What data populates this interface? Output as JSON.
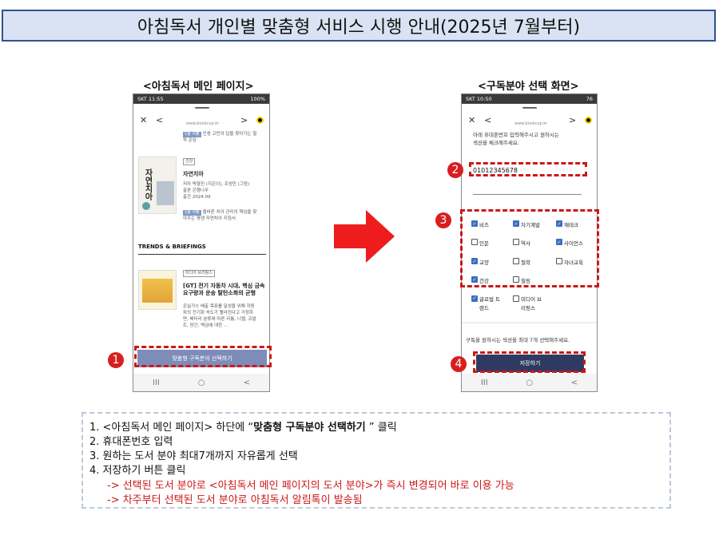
{
  "title": "아침독서 개인별 맞춤형 서비스 시행 안내(2025년 7월부터)",
  "left_caption": "<아침독서 메인 페이지>",
  "right_caption": "<구독분야 선택 화면>",
  "left_phone": {
    "status_time": "SKT 11:55",
    "status_right": "100%",
    "url": "www.bookcup.kr",
    "promo_tag": "1줄 서평",
    "promo_text_1": "인생 고민의 답을 찾아가는 철",
    "promo_text_2": "학 운담",
    "book1_badge": "건강",
    "book1_cover": "자연치아",
    "book1_title": "자연치아",
    "book1_info_1": "저자 박형진 (지은이), 조성민 (그림)",
    "book1_info_2": "출판 은행나무",
    "book1_info_3": "출간 2024.09",
    "book1_review_tag": "1줄 서평",
    "book1_review_1": "올바른 치아 관리의 핵심을 찾",
    "book1_review_2": "아주는 평생 자연치아 지침서",
    "section_heading": "TRENDS & BRIEFINGS",
    "book2_badge": "미디어 브리핑스",
    "book2_title_1": "[GT] 전기 자동차 시대, 핵심 금속",
    "book2_title_2": "요구량과 운송 탈탄소화의 균형",
    "book2_desc_1": "온실가스 배출 목표를 달성을 위해 자동",
    "book2_desc_2": "차의 전기화 속도가 빨라진다고 가정하",
    "book2_desc_3": "면, 배터리 분류에 따른 리튬, 니켈, 코발",
    "book2_desc_4": "트, 망간, 백금에 대한 ...",
    "button_label": "맞춤형 구독분야 선택하기",
    "nav_recent": "III",
    "nav_home": "○",
    "nav_back": "<",
    "close_icon": "✕",
    "back_icon": "<",
    "forward_icon": ">"
  },
  "right_phone": {
    "status_time": "SKT 10:50",
    "status_right": "76",
    "url": "www.bookcup.kr",
    "instruction_1": "아래 휴대폰번호 입력해주시고 원하시는",
    "instruction_2": "섹션을 체크해주세요.",
    "phone_number": "01012345678",
    "categories": [
      {
        "label": "비즈",
        "checked": true
      },
      {
        "label": "자기계발",
        "checked": true
      },
      {
        "label": "재테크",
        "checked": true
      },
      {
        "label": "인문",
        "checked": false
      },
      {
        "label": "역사",
        "checked": false
      },
      {
        "label": "사이언스",
        "checked": true
      },
      {
        "label": "교양",
        "checked": true
      },
      {
        "label": "철학",
        "checked": false
      },
      {
        "label": "자녀교육",
        "checked": false
      },
      {
        "label": "건강",
        "checked": true
      },
      {
        "label": "힐링",
        "checked": false
      }
    ],
    "extra_1_a": "글로벌 트",
    "extra_1_b": "렌드",
    "extra_2_a": "미디어 브",
    "extra_2_b": "리핑스",
    "limit_note": "구독을 원하시는 섹션을 최대 7개 선택해주세요.",
    "save_label": "저장하기",
    "nav_recent": "III",
    "nav_home": "○",
    "nav_back": "<",
    "close_icon": "✕",
    "back_icon": "<",
    "forward_icon": ">"
  },
  "markers": [
    "1",
    "2",
    "3",
    "4"
  ],
  "steps": {
    "s1_prefix": "1.  <아침독서 메인 페이지> 하단에 “",
    "s1_bold": "맞춤형 구독분야 선택하기",
    "s1_suffix": " ” 클릭",
    "s2": "2.  휴대폰번호 입력",
    "s3": "3.  원하는 도서 분야 최대7개까지 자유롭게 선택",
    "s4": "4.  저장하기 버튼 클릭",
    "n1": "-> 선택된 도서 분야로 <아침독서 메인 페이지의 도서 분야>가 즉시 변경되어 바로 이용 가능",
    "n2": "-> 차주부터 선택된 도서 분야로 아침독서 알림톡이 발송됨"
  },
  "colors": {
    "accent_red": "#cc1818",
    "title_bg": "#dae3f3",
    "title_border": "#2f528f",
    "save_button": "#2f3a63",
    "main_button": "#7e8cb8",
    "checkbox": "#3b6fbf"
  }
}
